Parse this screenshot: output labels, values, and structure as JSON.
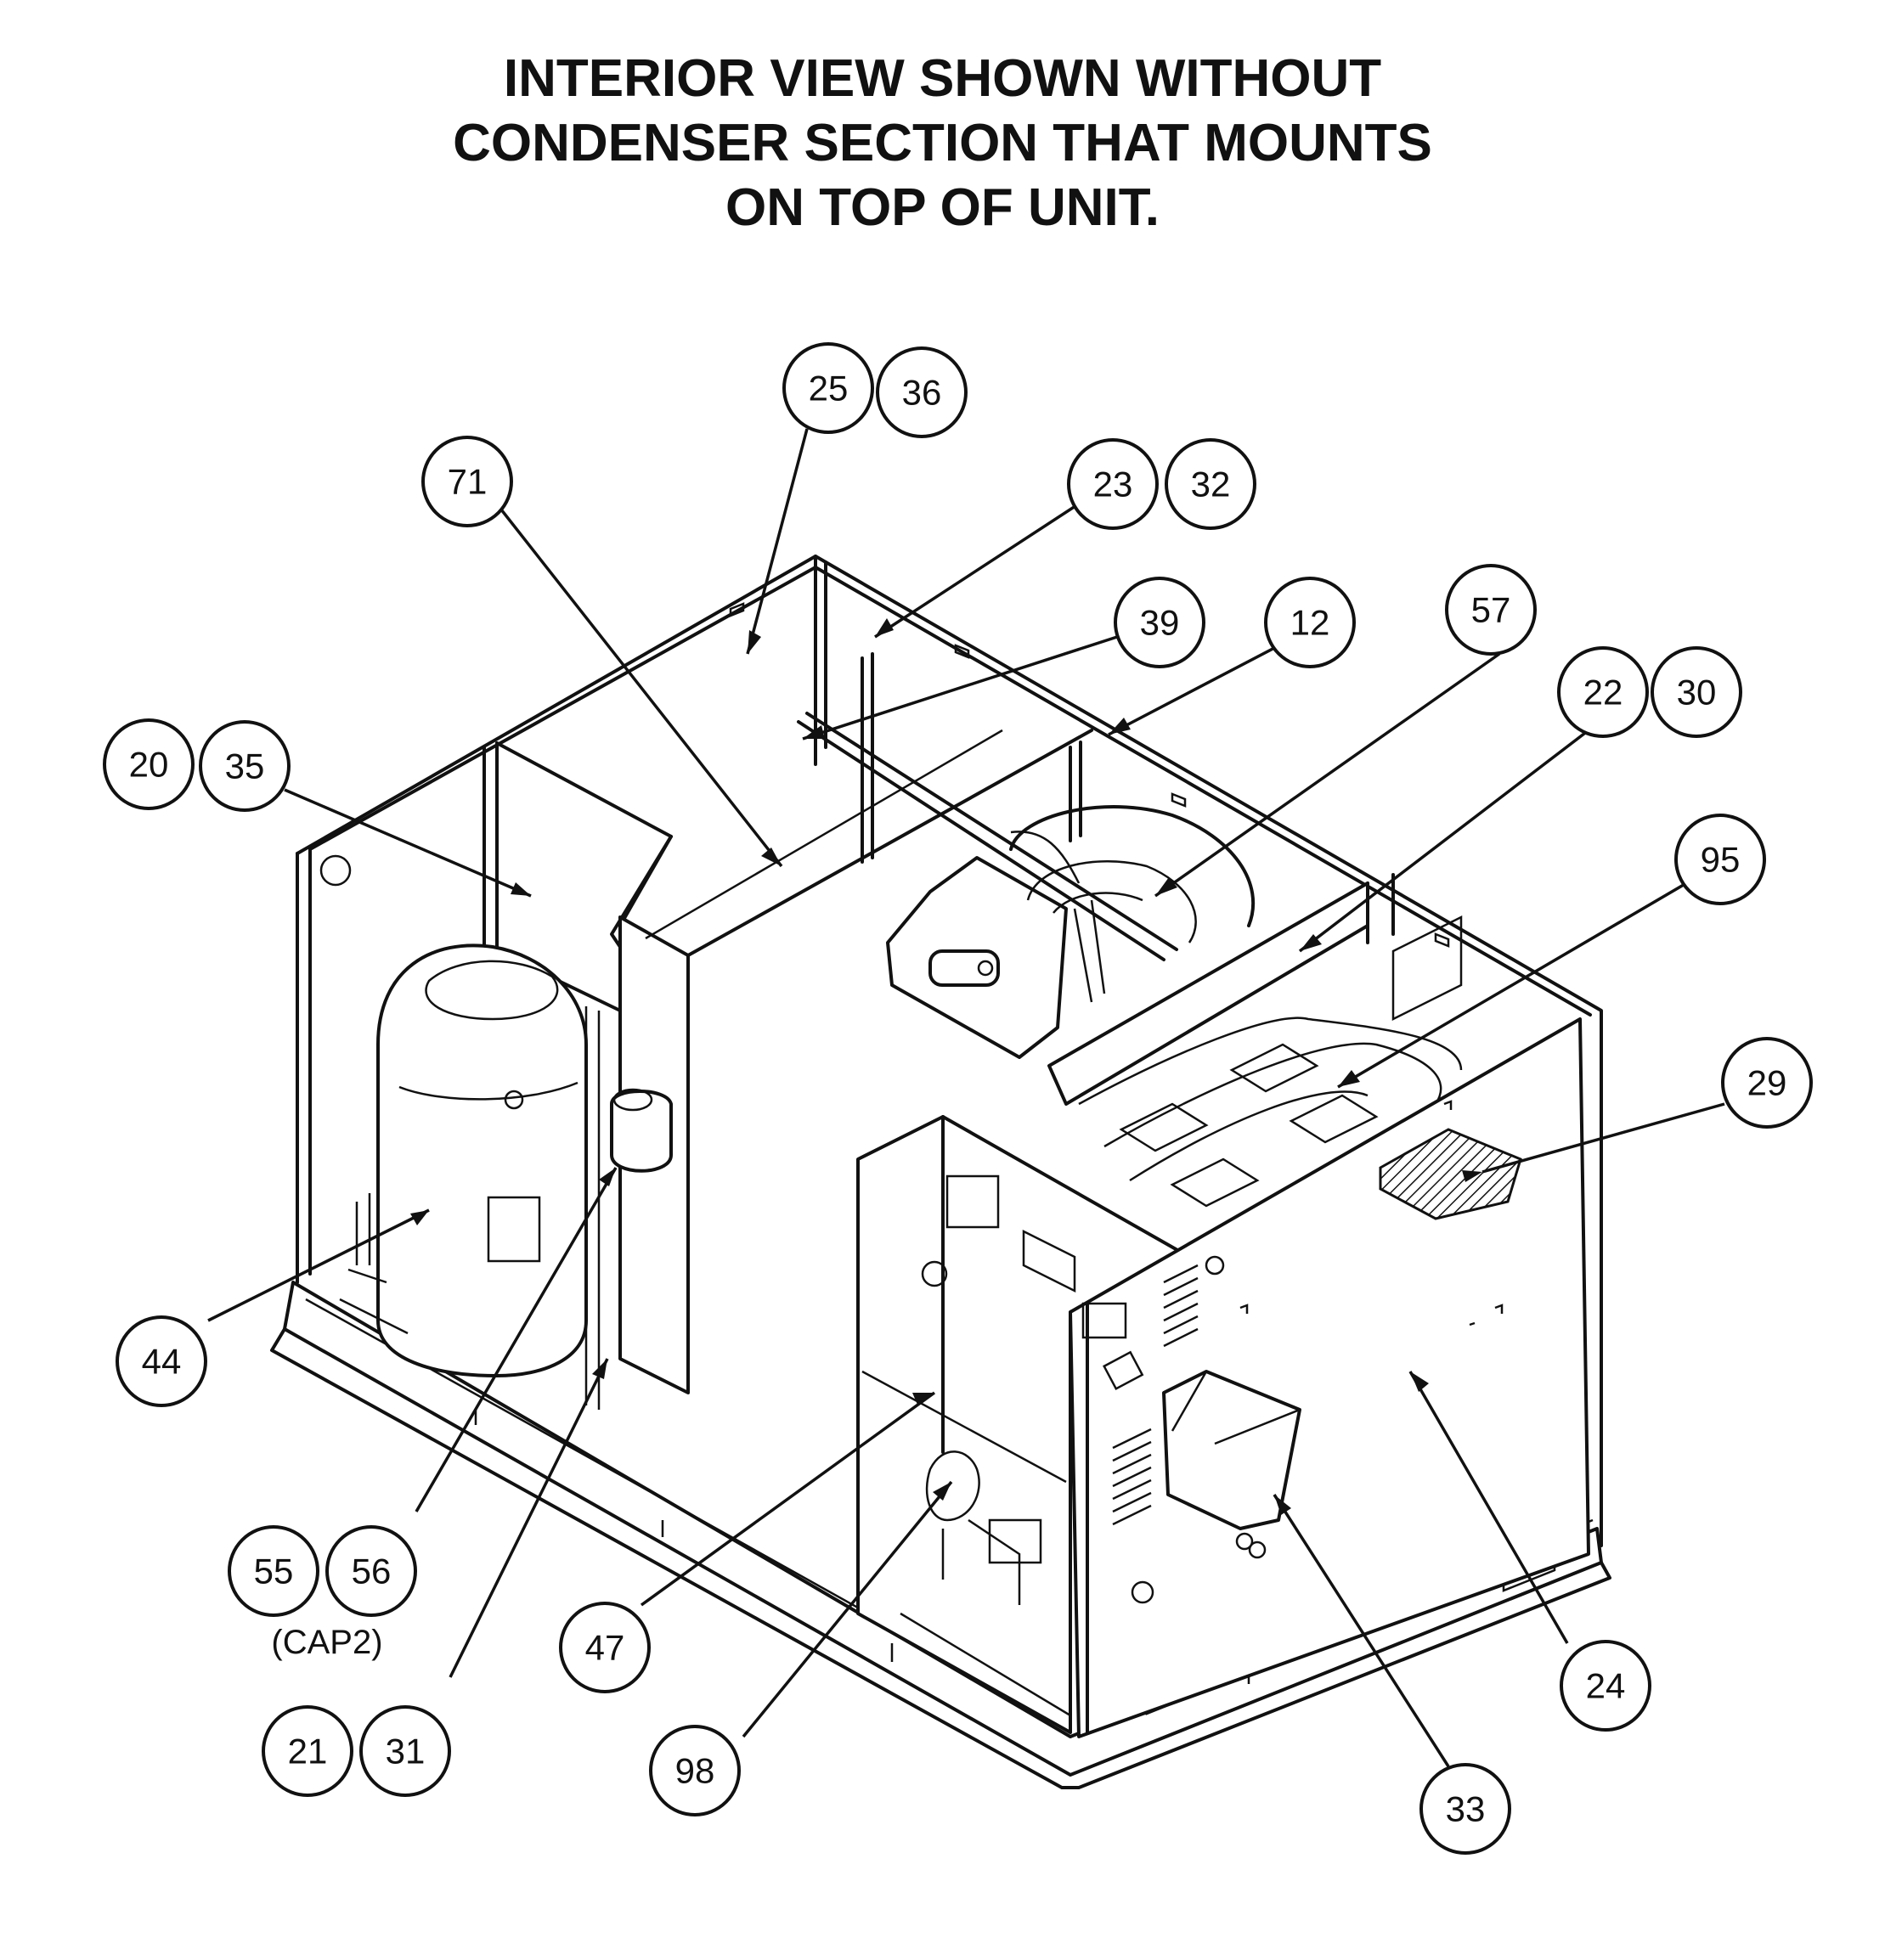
{
  "title_lines": [
    "INTERIOR VIEW SHOWN  WITHOUT",
    "CONDENSER SECTION THAT MOUNTS",
    "ON TOP OF UNIT."
  ],
  "callouts": [
    "25",
    "36",
    "71",
    "23",
    "32",
    "39",
    "12",
    "57",
    "22",
    "30",
    "20",
    "35",
    "95",
    "29",
    "44",
    "55",
    "56",
    "21",
    "31",
    "47",
    "98",
    "24",
    "33"
  ],
  "cap_label": "(CAP2)"
}
